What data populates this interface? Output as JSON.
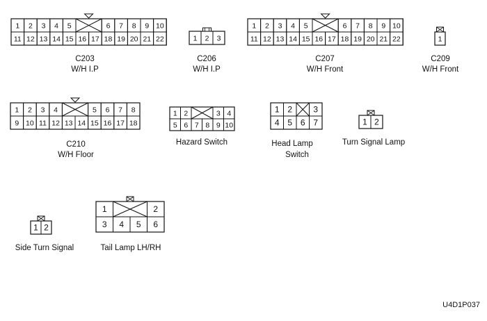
{
  "connectors": [
    {
      "id": "C203",
      "name": "W/H I.P",
      "key": "triangle",
      "rows": [
        [
          "1",
          "2",
          "3",
          "4",
          "5",
          "X",
          "6",
          "7",
          "8",
          "9",
          "10"
        ],
        [
          "11",
          "12",
          "13",
          "14",
          "15",
          "16",
          "17",
          "18",
          "19",
          "20",
          "21",
          "22"
        ]
      ]
    },
    {
      "id": "C206",
      "name": "W/H I.P",
      "key": "tab",
      "rows": [
        [
          "1",
          "2",
          "3"
        ]
      ]
    },
    {
      "id": "C207",
      "name": "W/H Front",
      "key": "triangle",
      "rows": [
        [
          "1",
          "2",
          "3",
          "4",
          "5",
          "X",
          "6",
          "7",
          "8",
          "9",
          "10"
        ],
        [
          "11",
          "12",
          "13",
          "14",
          "15",
          "16",
          "17",
          "18",
          "19",
          "20",
          "21",
          "22"
        ]
      ]
    },
    {
      "id": "C209",
      "name": "W/H Front",
      "key": "box",
      "rows": [
        [
          "1"
        ]
      ]
    },
    {
      "id": "C210",
      "name": "W/H Floor",
      "key": "triangle",
      "rows": [
        [
          "1",
          "2",
          "3",
          "4",
          "X",
          "5",
          "6",
          "7",
          "8"
        ],
        [
          "9",
          "10",
          "11",
          "12",
          "13",
          "14",
          "15",
          "16",
          "17",
          "18"
        ]
      ]
    },
    {
      "id": "",
      "name": "Hazard Switch",
      "key": "none",
      "rows": [
        [
          "1",
          "2",
          "X",
          "3",
          "4"
        ],
        [
          "5",
          "6",
          "7",
          "8",
          "9",
          "10"
        ]
      ]
    },
    {
      "id": "",
      "name": "Head Lamp Switch",
      "name_lines": [
        "Head Lamp",
        "Switch"
      ],
      "key": "none",
      "rows": [
        [
          "1",
          "2",
          "X",
          "3"
        ],
        [
          "4",
          "5",
          "6",
          "7"
        ]
      ]
    },
    {
      "id": "",
      "name": "Turn Signal Lamp",
      "key": "box",
      "rows": [
        [
          "1",
          "2"
        ]
      ]
    },
    {
      "id": "",
      "name": "Side Turn Signal",
      "key": "box",
      "rows": [
        [
          "1",
          "2"
        ]
      ]
    },
    {
      "id": "",
      "name": "Tail Lamp LH/RH",
      "key": "box",
      "rows": [
        [
          "1",
          "X",
          "2"
        ],
        [
          "3",
          "4",
          "5",
          "6"
        ]
      ]
    }
  ],
  "figure_id": "U4D1P037"
}
